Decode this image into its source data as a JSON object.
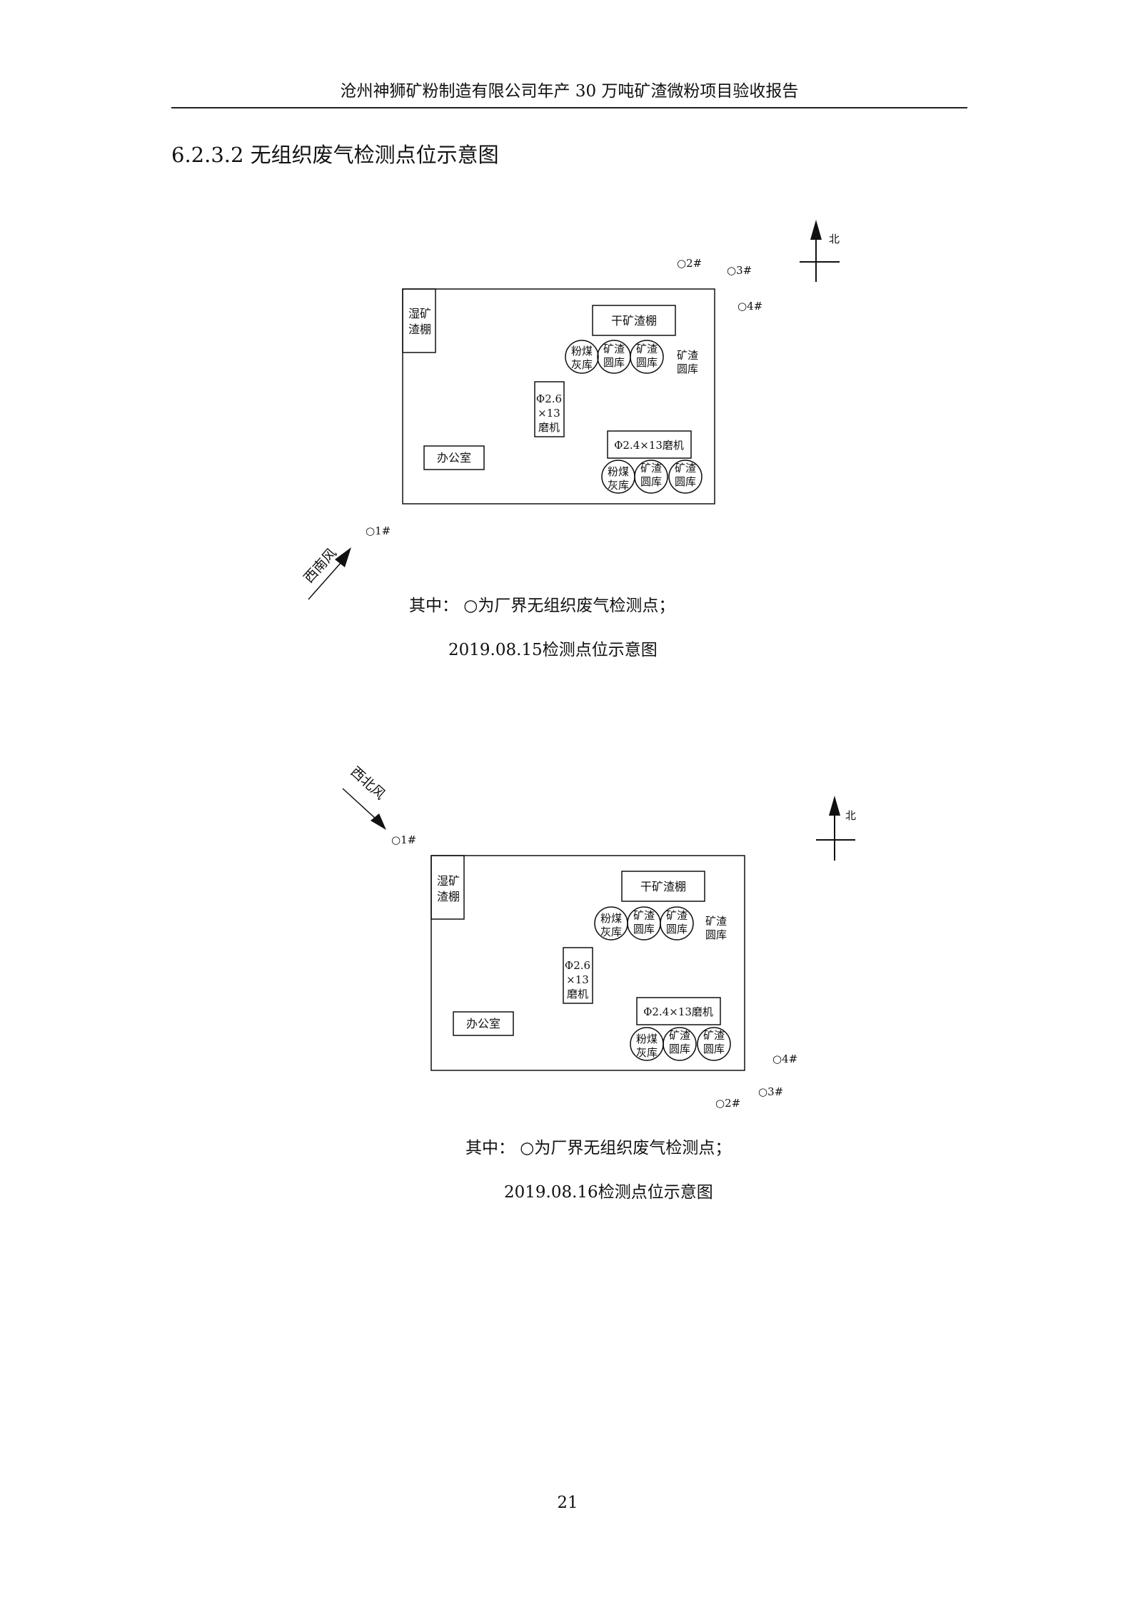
{
  "header": {
    "title": "沧州神狮矿粉制造有限公司年产 30 万吨矿渣微粉项目验收报告"
  },
  "section": {
    "title": "6.2.3.2 无组织废气检测点位示意图"
  },
  "labels": {
    "north": "北",
    "wet_slag_shed": [
      "湿矿",
      "渣棚"
    ],
    "dry_slag_shed": "干矿渣棚",
    "fly_ash_silo": [
      "粉煤",
      "灰库"
    ],
    "slag_silo": [
      "矿渣",
      "圆库"
    ],
    "mill_small": [
      "Φ2.6",
      "×13",
      "磨机"
    ],
    "mill_large": "Φ2.4×13磨机",
    "office": "办公室"
  },
  "diagrams": [
    {
      "wind": "西南风",
      "points": [
        "○1#",
        "○2#",
        "○3#",
        "○4#"
      ],
      "legend": "其中：  ○为厂界无组织废气检测点；",
      "caption": "2019.08.15检测点位示意图"
    },
    {
      "wind": "西北风",
      "points": [
        "○1#",
        "○2#",
        "○3#",
        "○4#"
      ],
      "legend": "其中：  ○为厂界无组织废气检测点；",
      "caption": "2019.08.16检测点位示意图"
    }
  ],
  "footer": {
    "page_number": "21"
  }
}
